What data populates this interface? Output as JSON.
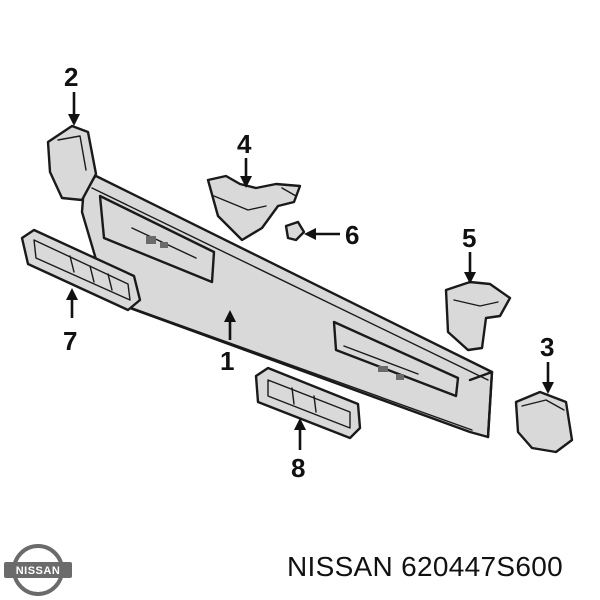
{
  "callouts": [
    {
      "id": "callout-1",
      "label": "1"
    },
    {
      "id": "callout-2",
      "label": "2"
    },
    {
      "id": "callout-3",
      "label": "3"
    },
    {
      "id": "callout-4",
      "label": "4"
    },
    {
      "id": "callout-5",
      "label": "5"
    },
    {
      "id": "callout-6",
      "label": "6"
    },
    {
      "id": "callout-7",
      "label": "7"
    },
    {
      "id": "callout-8",
      "label": "8"
    }
  ],
  "caption": {
    "text": "NISSAN 620447S600"
  },
  "logo": {
    "text": "NISSAN",
    "color": "#6b6b6b"
  }
}
